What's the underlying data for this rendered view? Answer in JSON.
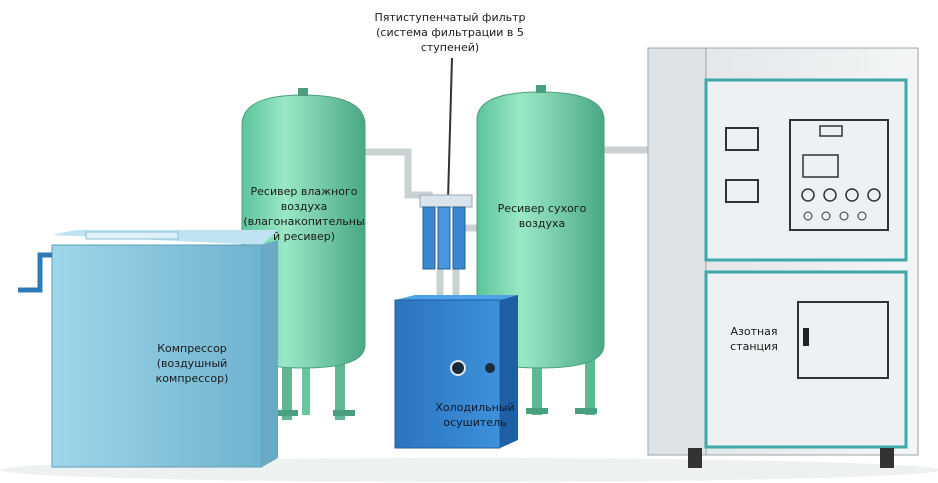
{
  "diagram": {
    "labels": {
      "filter": "Пятиступенчатый фильтр\n(система фильтрации в 5\nступеней)",
      "wet_receiver": "Ресивер влажного\nвоздуха\n(влагонакопительны\nй ресивер)",
      "dry_receiver": "Ресивер сухого\nвоздуха",
      "compressor": "Компрессор\n(воздушный\nкомпрессор)",
      "dryer": "Холодильный\nосушитель",
      "nitrogen_station": "Азотная\nстанция"
    },
    "colors": {
      "tank": "#7fd9b2",
      "tank_dark": "#4fb08a",
      "compressor": "#8ec9df",
      "dryer": "#2f7fc9",
      "cabinet": "#e9ecee",
      "cabinet_frame": "#3fa8a8",
      "pipe": "#cfd6d8"
    }
  }
}
